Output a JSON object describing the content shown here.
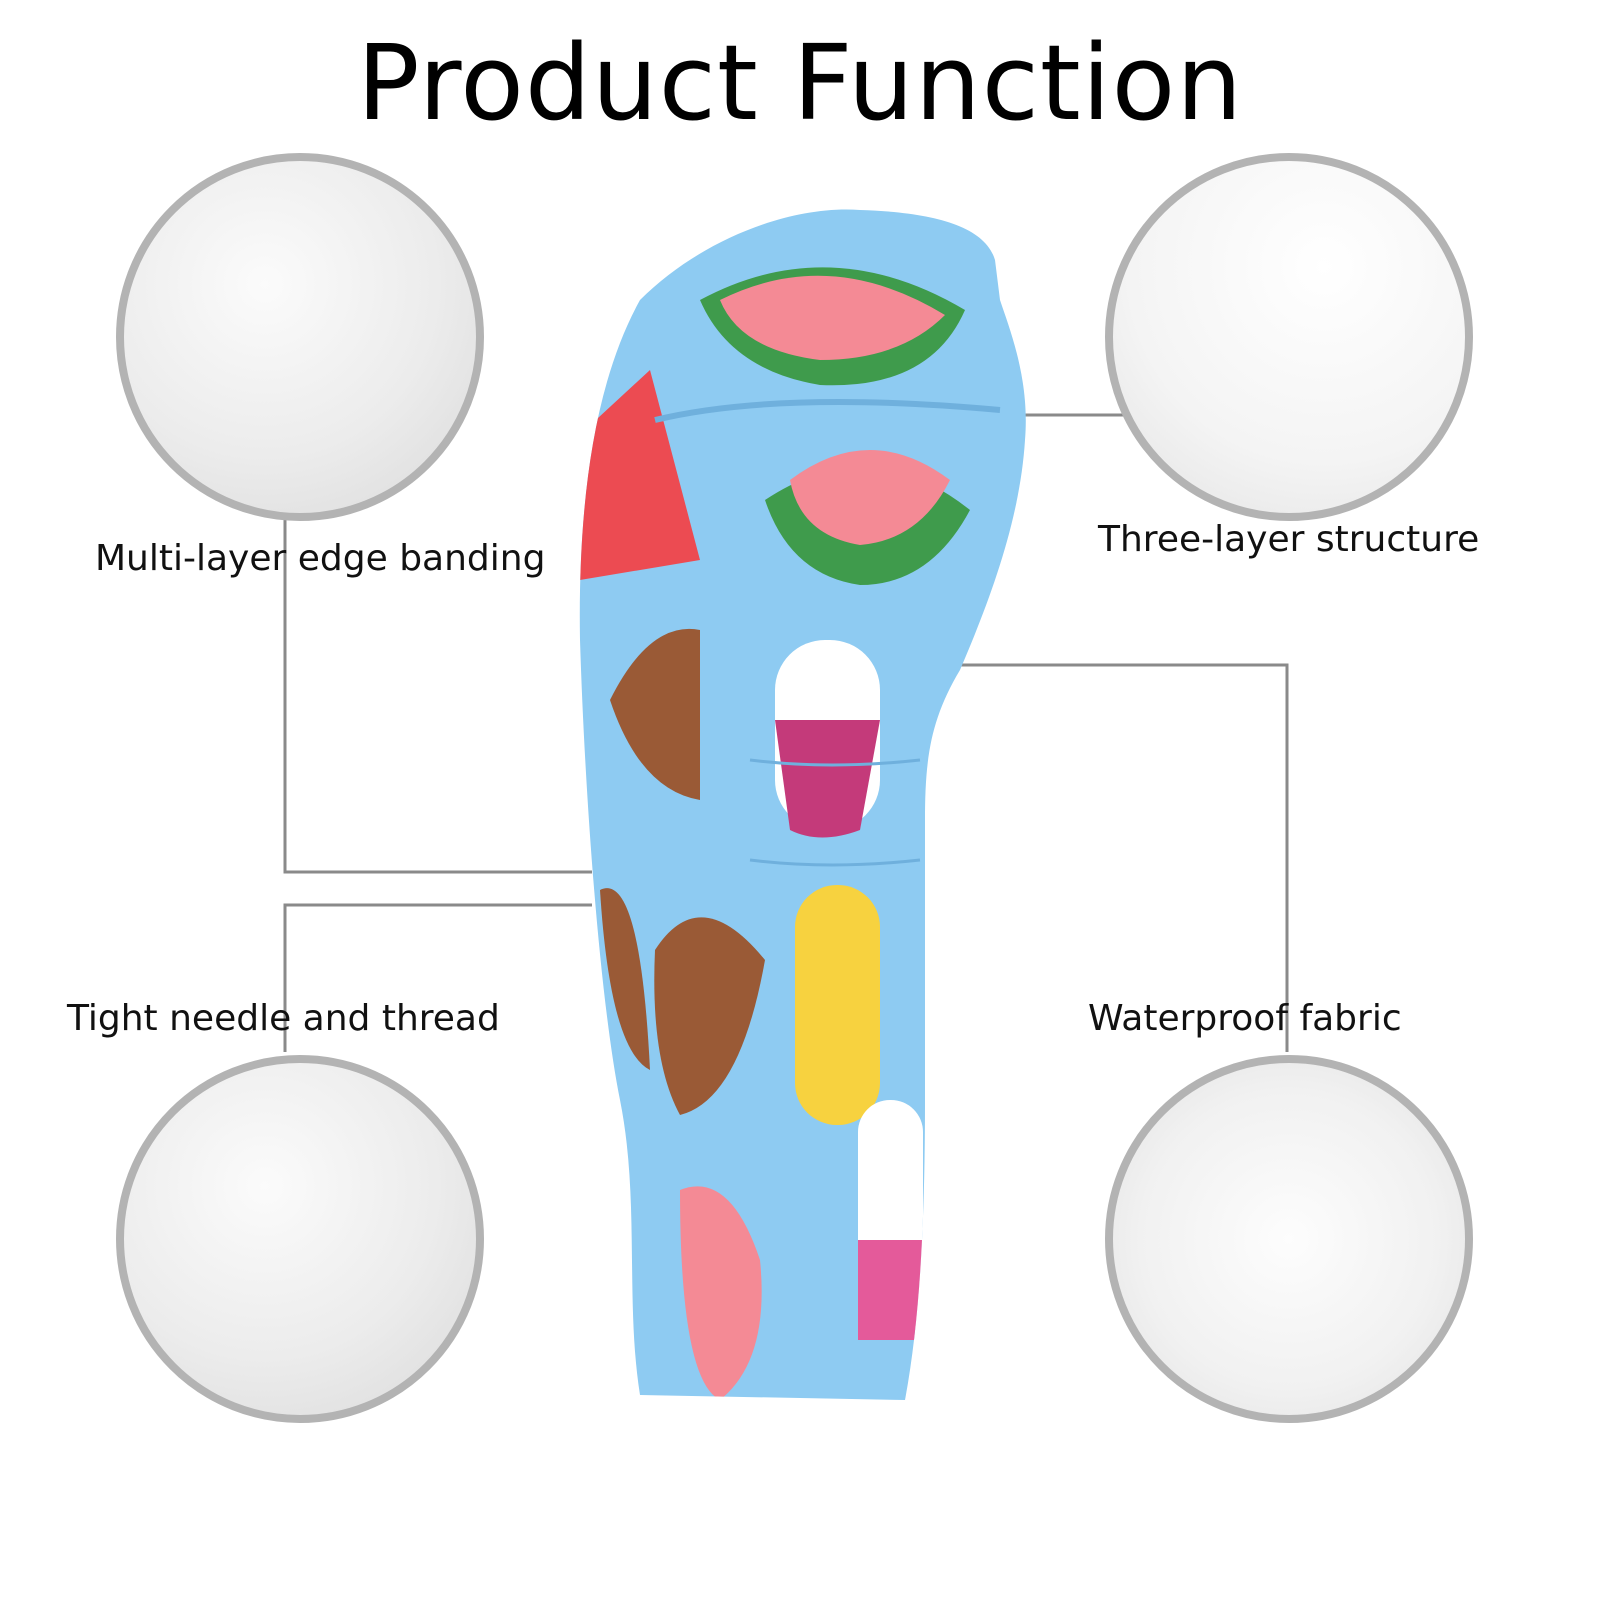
{
  "title": "Product Function",
  "features": [
    {
      "label": "Multi-layer edge banding",
      "icon": "edge-banding-closeup"
    },
    {
      "label": "Three-layer structure",
      "icon": "layer-structure-closeup"
    },
    {
      "label": "Tight needle and thread",
      "icon": "stitching-closeup"
    },
    {
      "label": "Waterproof fabric",
      "icon": "waterproof-closeup"
    }
  ],
  "colors": {
    "fabric": "#8ecbf2",
    "circle_border": "#b3b3b3",
    "connector": "#8a8a8a"
  }
}
